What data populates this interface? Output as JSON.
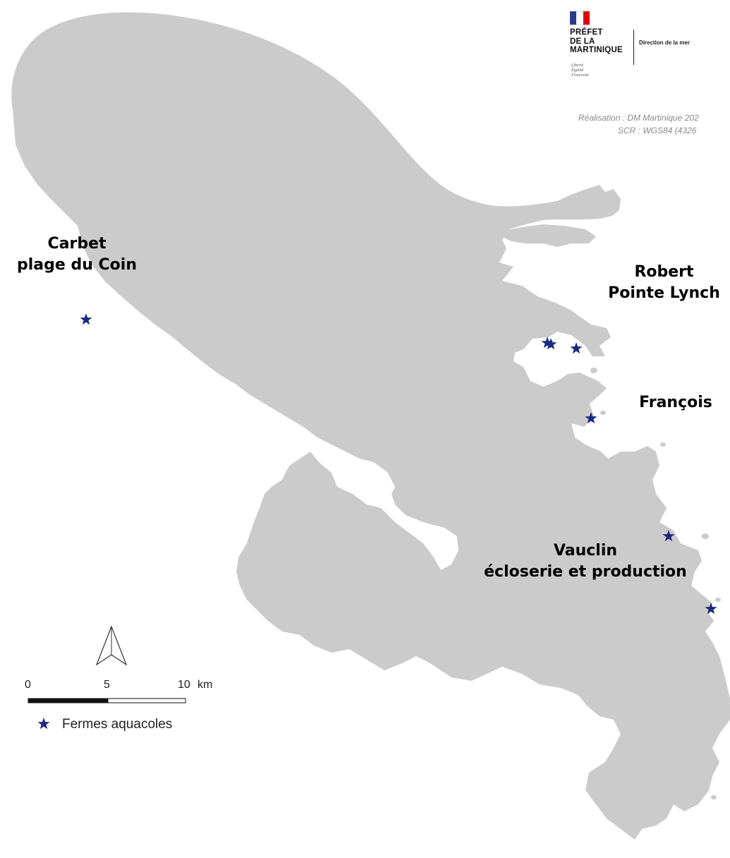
{
  "colors": {
    "land": "#cbcbcb",
    "sea": "#ffffff",
    "marker": "#1b2a80",
    "text": "#000000"
  },
  "logo": {
    "flag_colors": [
      "#2a3a8c",
      "#ffffff",
      "#e1000f"
    ],
    "lines": [
      "PRÉFET",
      "DE LA",
      "MARTINIQUE"
    ],
    "department": "Direction de la mer",
    "motto": [
      "Liberté",
      "Égalité",
      "Fraternité"
    ]
  },
  "credits": {
    "line1": "Réalisation : DM Martinique 202",
    "line2": "SCR : WGS84 (4326"
  },
  "places": [
    {
      "id": "carbet",
      "line1": "Carbet",
      "line2": "plage du Coin"
    },
    {
      "id": "robert",
      "line1": "Robert",
      "line2": "Pointe Lynch"
    },
    {
      "id": "francois",
      "line1": "François",
      "line2": ""
    },
    {
      "id": "vauclin",
      "line1": "Vauclin",
      "line2": "écloserie et production"
    }
  ],
  "north_arrow": {
    "icon": "north-arrow-icon"
  },
  "scale_bar": {
    "labels": [
      "0",
      "5",
      "10"
    ],
    "unit": "km"
  },
  "legend": {
    "icon": "star-icon",
    "label": "Fermes aquacoles"
  }
}
